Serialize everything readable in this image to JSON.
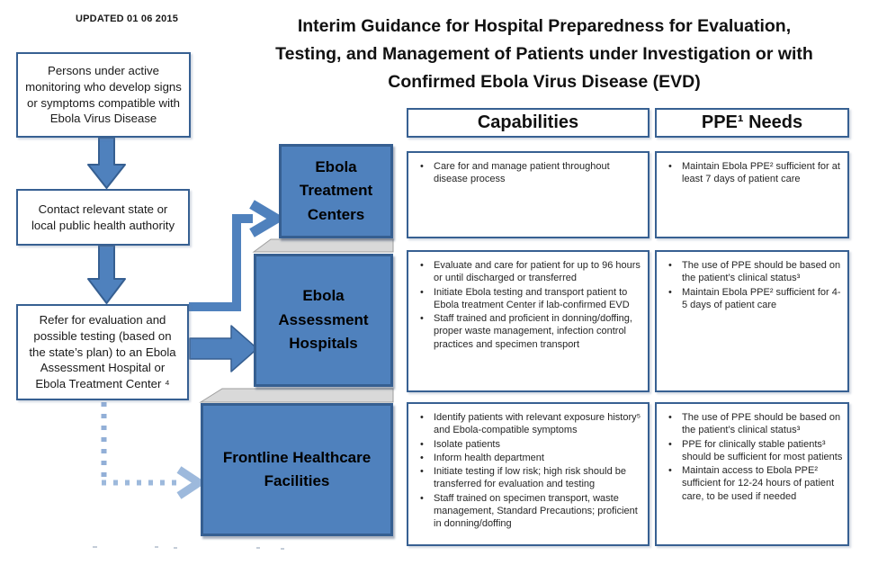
{
  "updated_label": "UPDATED 01 06 2015",
  "title": {
    "lines": [
      "Interim Guidance for Hospital Preparedness for Evaluation,",
      "Testing, and Management of Patients under Investigation or with",
      "Confirmed Ebola Virus Disease (EVD)"
    ]
  },
  "flowchart": {
    "step1": "Persons under active monitoring who develop signs or symptoms compatible with Ebola Virus Disease",
    "step2": "Contact relevant state or local public health authority",
    "step3": "Refer for evaluation and possible testing (based on the state’s plan) to an Ebola Assessment Hospital or Ebola Treatment Center ⁴"
  },
  "table": {
    "capabilities_header": "Capabilities",
    "ppe_header": "PPE¹ Needs"
  },
  "facilities": [
    {
      "name": "Ebola Treatment Centers",
      "capabilities": [
        "Care for and manage patient throughout disease process"
      ],
      "ppe_needs": [
        "Maintain Ebola PPE² sufficient for at least 7 days of patient care"
      ]
    },
    {
      "name": "Ebola Assessment Hospitals",
      "capabilities": [
        "Evaluate and care for patient for up to 96 hours or until discharged or transferred",
        "Initiate Ebola testing and transport patient to Ebola treatment Center if lab-confirmed EVD",
        "Staff trained and proficient in donning/doffing, proper waste management, infection control practices and specimen transport"
      ],
      "ppe_needs": [
        "The use of PPE should be based on the patient’s clinical status³",
        "Maintain Ebola PPE² sufficient for 4-5 days of patient care"
      ]
    },
    {
      "name": "Frontline Healthcare Facilities",
      "capabilities": [
        "Identify patients with relevant exposure history⁵ and Ebola-compatible symptoms",
        "Isolate patients",
        "Inform health department",
        "Initiate testing if low risk; high risk should be transferred for evaluation and testing",
        "Staff trained on specimen transport, waste management, Standard Precautions; proficient in donning/doffing"
      ],
      "ppe_needs": [
        "The use of PPE should be based on the patient’s clinical status³",
        "PPE for clinically stable patients³ should be sufficient for most patients",
        "Maintain access to Ebola PPE² sufficient for 12-24 hours of patient care, to be used if needed"
      ]
    }
  ],
  "colors": {
    "accent_blue": "#4F81BD",
    "border_blue": "#365F91",
    "box_border_blue": "#376092",
    "roof_gray": "#D9D9D9",
    "dashed_light_blue": "#92AFD7"
  }
}
